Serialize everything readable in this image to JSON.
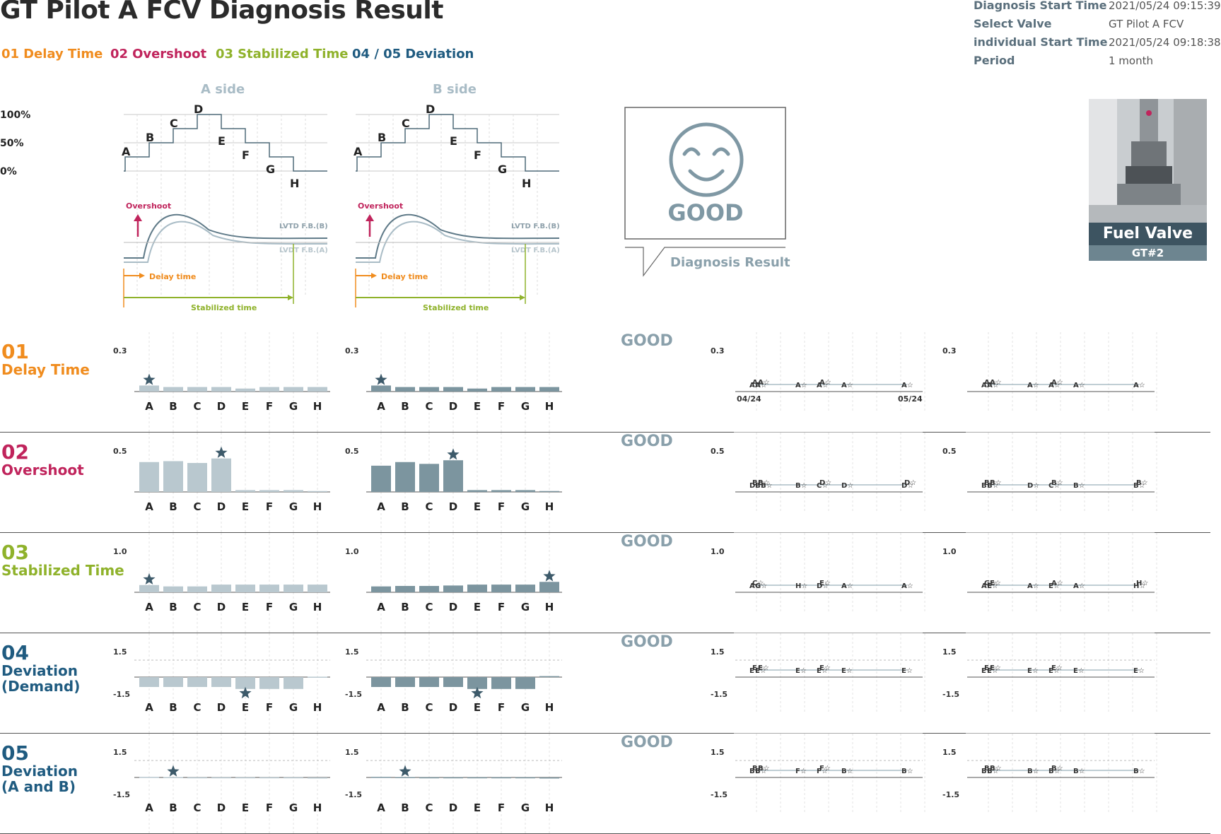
{
  "title": "GT Pilot A FCV Diagnosis Result",
  "legend": [
    {
      "num": "01",
      "label": "Delay Time",
      "color": "#f08c1e"
    },
    {
      "num": "02",
      "label": "Overshoot",
      "color": "#c0245c"
    },
    {
      "num": "03",
      "label": "Stabilized Time",
      "color": "#8fb22b"
    },
    {
      "num": "04 / 05",
      "label": "Deviation",
      "color": "#1f5b80"
    }
  ],
  "info": {
    "diagnosis_start_time_label": "Diagnosis Start Time",
    "diagnosis_start_time": "2021/05/24 09:15:39",
    "select_valve_label": "Select Valve",
    "select_valve": "GT Pilot A FCV",
    "individual_start_time_label": "individual Start Time",
    "individual_start_time": "2021/05/24 09:18:38",
    "period_label": "Period",
    "period": "1 month"
  },
  "sides": {
    "a": "A side",
    "b": "B side"
  },
  "step_diagram": {
    "levels": [
      "100%",
      "50%",
      "0%"
    ],
    "points": [
      "A",
      "B",
      "C",
      "D",
      "E",
      "F",
      "G",
      "H"
    ],
    "overshoot_label": "Overshoot",
    "lvtd_b": "LVTD F.B.(B)",
    "lvdt_a": "LVDT F.B.(A)",
    "delay_label": "Delay time",
    "stabilized_label": "Stabilized time"
  },
  "result": {
    "status": "GOOD",
    "caption": "Diagnosis Result",
    "face_icon": "smile-face-icon"
  },
  "photo": {
    "title": "Fuel Valve",
    "subtitle": "GT#2"
  },
  "categories": [
    "A",
    "B",
    "C",
    "D",
    "E",
    "F",
    "G",
    "H"
  ],
  "trend_dates": [
    "04/24",
    "05/24"
  ],
  "rows": [
    {
      "num": "01",
      "name_lines": [
        "Delay Time"
      ],
      "color": "#f08c1e",
      "status": "GOOD",
      "ymax_label": "0.3",
      "ymin_label": "",
      "deviation": false,
      "a_values": [
        0.04,
        0.03,
        0.03,
        0.03,
        0.02,
        0.03,
        0.03,
        0.03
      ],
      "a_star": 0,
      "b_values": [
        0.04,
        0.03,
        0.03,
        0.03,
        0.02,
        0.03,
        0.03,
        0.03
      ],
      "b_star": 0
    },
    {
      "num": "02",
      "name_lines": [
        "Overshoot"
      ],
      "color": "#c0245c",
      "status": "GOOD",
      "ymax_label": "0.5",
      "ymin_label": "",
      "deviation": false,
      "a_values": [
        0.33,
        0.34,
        0.32,
        0.37,
        0.02,
        0.02,
        0.02,
        0.01
      ],
      "a_star": 3,
      "b_values": [
        0.29,
        0.33,
        0.31,
        0.35,
        0.02,
        0.02,
        0.02,
        0.01
      ],
      "b_star": 3
    },
    {
      "num": "03",
      "name_lines": [
        "Stabilized Time"
      ],
      "color": "#8fb22b",
      "status": "GOOD",
      "ymax_label": "1.0",
      "ymin_label": "",
      "deviation": false,
      "a_values": [
        0.16,
        0.13,
        0.13,
        0.17,
        0.17,
        0.17,
        0.17,
        0.17
      ],
      "a_star": 0,
      "b_values": [
        0.13,
        0.14,
        0.14,
        0.15,
        0.17,
        0.17,
        0.17,
        0.23
      ],
      "b_star": 7
    },
    {
      "num": "04",
      "name_lines": [
        "Deviation",
        "(Demand)"
      ],
      "color": "#1f5b80",
      "status": "GOOD",
      "ymax_label": "1.5",
      "ymin_label": "-1.5",
      "deviation": true,
      "a_values": [
        -0.5,
        -0.5,
        -0.5,
        -0.5,
        -0.6,
        -0.6,
        -0.6,
        0.02
      ],
      "a_star": 4,
      "b_values": [
        -0.5,
        -0.5,
        -0.5,
        -0.5,
        -0.6,
        -0.6,
        -0.6,
        0.05
      ],
      "b_star": 4
    },
    {
      "num": "05",
      "name_lines": [
        "Deviation",
        "(A and B)"
      ],
      "color": "#1f5b80",
      "status": "GOOD",
      "ymax_label": "1.5",
      "ymin_label": "-1.5",
      "deviation": true,
      "a_values": [
        0.03,
        0.02,
        0.01,
        0.01,
        0.01,
        0.01,
        0.01,
        -0.03
      ],
      "a_star": 1,
      "b_values": [
        0.03,
        0.02,
        0.01,
        0.01,
        0.01,
        0.01,
        0.01,
        -0.03
      ],
      "b_star": 1
    }
  ],
  "trends": [
    {
      "left": [
        [
          "A",
          "A",
          "A",
          "A"
        ],
        [
          "A"
        ],
        [
          "A",
          "A"
        ],
        [
          "A"
        ],
        [
          "A"
        ]
      ],
      "right": [
        [
          "A",
          "A",
          "A",
          "A"
        ],
        [
          "A"
        ],
        [
          "A",
          "A"
        ],
        [
          "A"
        ],
        [
          "A"
        ]
      ]
    },
    {
      "left": [
        [
          "D",
          "B",
          "B",
          "B",
          "B"
        ],
        [
          "B"
        ],
        [
          "C",
          "D"
        ],
        [
          "D"
        ],
        [
          "D",
          "D"
        ]
      ],
      "right": [
        [
          "B",
          "B",
          "B",
          "B"
        ],
        [
          "D"
        ],
        [
          "C",
          "B"
        ],
        [
          "B"
        ],
        [
          "B",
          "B"
        ]
      ]
    },
    {
      "left": [
        [
          "A",
          "C",
          "G"
        ],
        [
          "H"
        ],
        [
          "D",
          "E"
        ],
        [
          "A"
        ],
        [
          "A"
        ]
      ],
      "right": [
        [
          "A",
          "G",
          "E",
          "E"
        ],
        [
          "A"
        ],
        [
          "E",
          "A"
        ],
        [
          "A"
        ],
        [
          "H",
          "H"
        ]
      ]
    },
    {
      "left": [
        [
          "E",
          "E",
          "E",
          "E"
        ],
        [
          "E"
        ],
        [
          "E",
          "E"
        ],
        [
          "E"
        ],
        [
          "E"
        ]
      ],
      "right": [
        [
          "E",
          "E",
          "E",
          "E"
        ],
        [
          "E"
        ],
        [
          "E",
          "E"
        ],
        [
          "E"
        ],
        [
          "E"
        ]
      ]
    },
    {
      "left": [
        [
          "B",
          "B",
          "B",
          "B"
        ],
        [
          "F"
        ],
        [
          "F",
          "F"
        ],
        [
          "B"
        ],
        [
          "B"
        ]
      ],
      "right": [
        [
          "B",
          "B",
          "B",
          "B"
        ],
        [
          "B"
        ],
        [
          "B",
          "B"
        ],
        [
          "B"
        ],
        [
          "B"
        ]
      ]
    }
  ],
  "colors": {
    "bar_a": "#b9c8cf",
    "bar_b": "#7c959f",
    "star": "#3d5a6a",
    "good": "#8aa0ab",
    "trend_line": "#9bb1bb"
  }
}
